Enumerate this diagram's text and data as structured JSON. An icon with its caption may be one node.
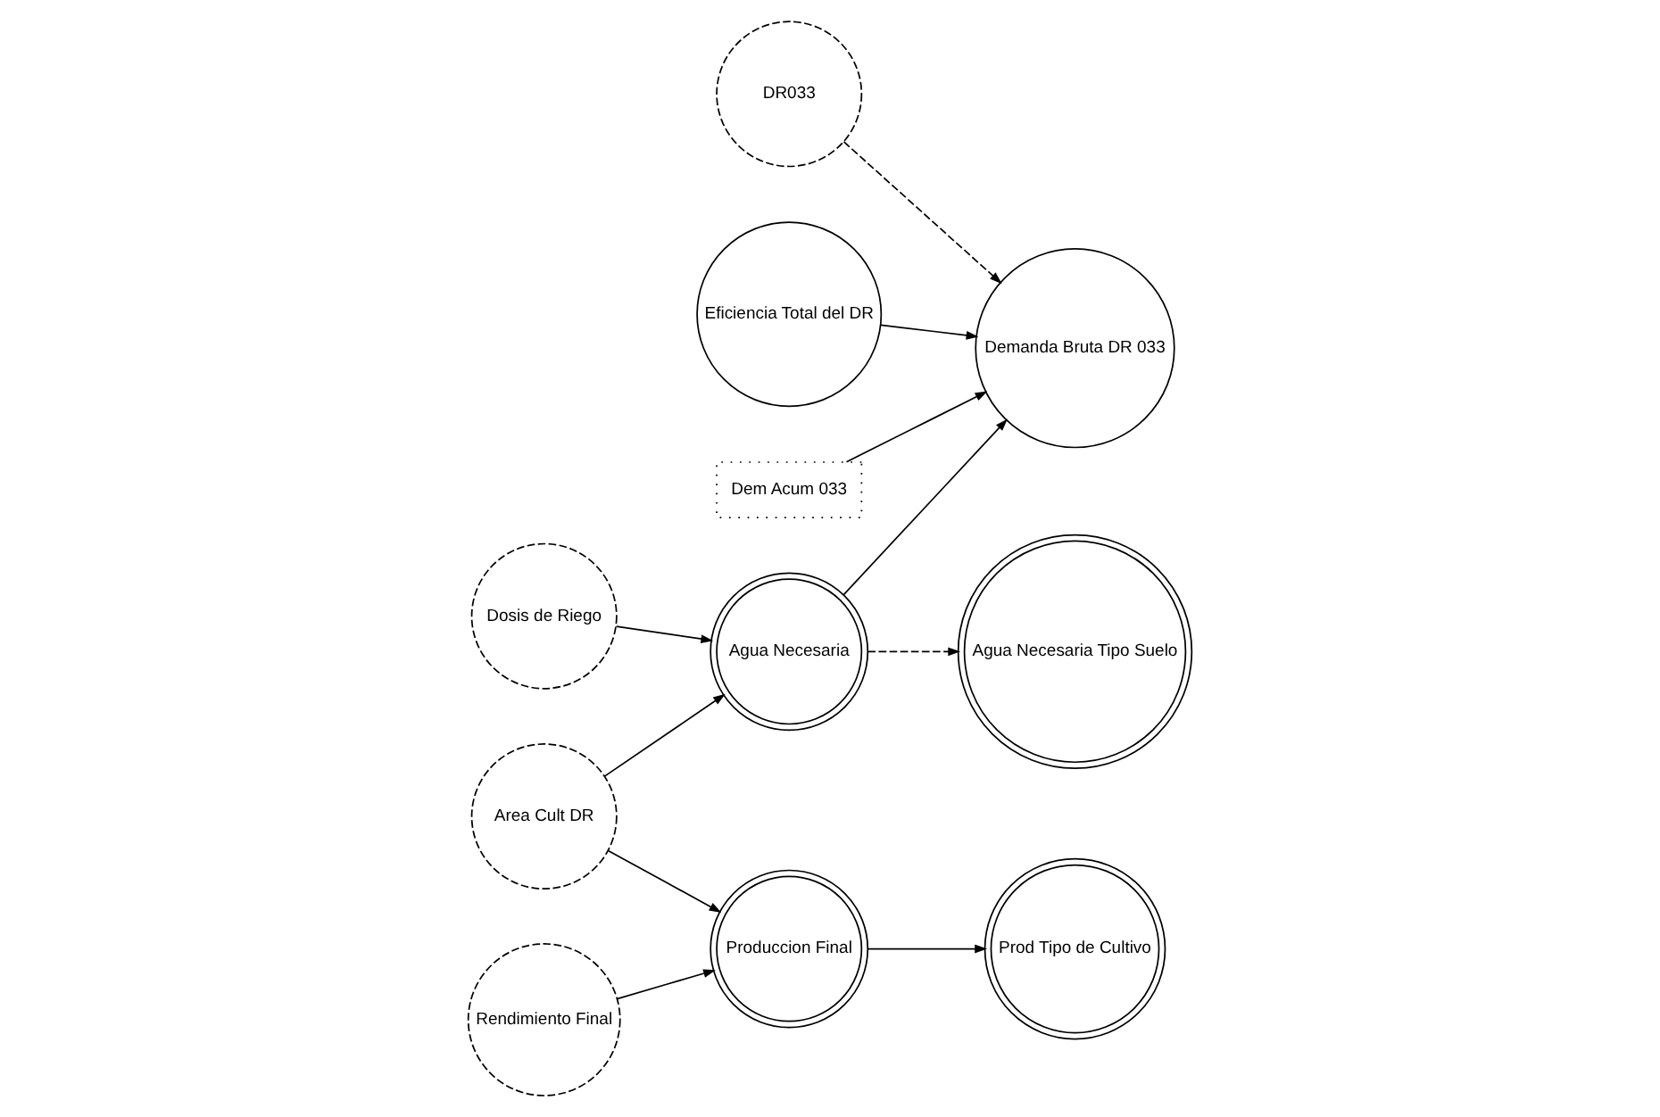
{
  "diagram": {
    "nodes": [
      {
        "text": [
          "DR033"
        ]
      },
      {
        "text": [
          "Eficiencia Total del DR"
        ]
      },
      {
        "text": [
          "Dosis de Riego"
        ]
      },
      {
        "text": [
          "Agua Necesaria"
        ]
      },
      {
        "text": [
          "Demanda Bruta DR 033"
        ]
      },
      {
        "text": [
          "Dem Acum 033"
        ]
      },
      {
        "text": [
          "Produccion Final"
        ]
      },
      {
        "text": [
          "Agua Necesaria Tipo Suelo"
        ]
      },
      {
        "text": [
          "Area Cult DR"
        ]
      },
      {
        "text": [
          "Prod Tipo de Cultivo"
        ]
      },
      {
        "text": [
          "Rendimiento Final"
        ]
      }
    ],
    "edges": [
      {
        "from": 0,
        "to": 4,
        "arrow": "to",
        "style": "dashed"
      },
      {
        "from": 1,
        "to": 4,
        "arrow": "to"
      },
      {
        "from": 5,
        "to": 4,
        "arrow": "to"
      },
      {
        "from": 2,
        "to": 3,
        "arrow": "to"
      },
      {
        "from": 3,
        "to": 4,
        "arrow": "to"
      },
      {
        "from": 3,
        "to": 7,
        "arrow": "to",
        "style": "dashed"
      },
      {
        "from": 8,
        "to": 3,
        "arrow": "to"
      },
      {
        "from": 8,
        "to": 6,
        "arrow": "to"
      },
      {
        "from": 6,
        "to": 9,
        "arrow": "to"
      },
      {
        "from": 10,
        "to": 6,
        "arrow": "to"
      }
    ]
  }
}
